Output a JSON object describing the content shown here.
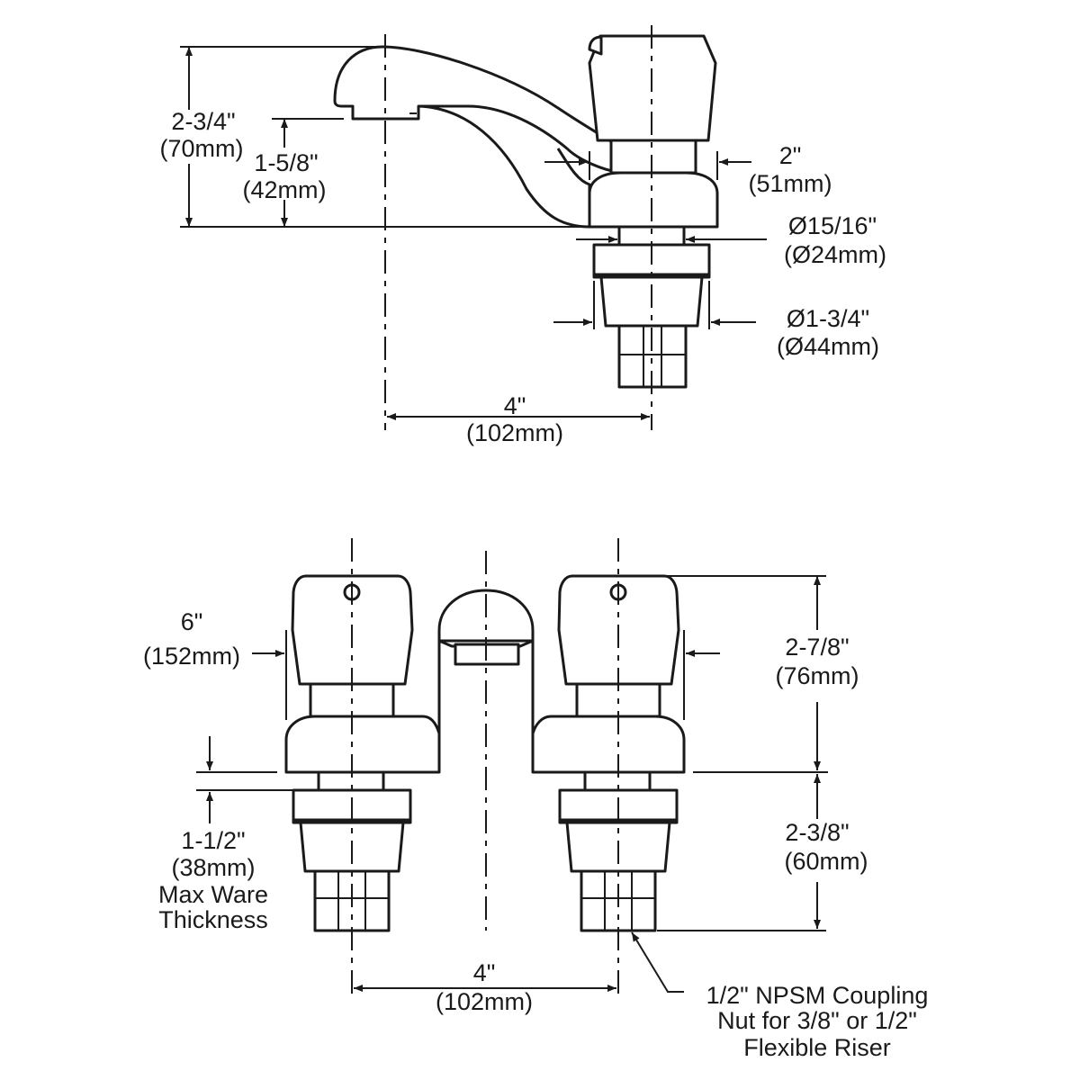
{
  "side_view": {
    "spout_height": {
      "imperial": "2-3/4\"",
      "metric": "(70mm)"
    },
    "outlet_height": {
      "imperial": "1-5/8\"",
      "metric": "(42mm)"
    },
    "handle_width": {
      "imperial": "2\"",
      "metric": "(51mm)"
    },
    "shank_diameter": {
      "imperial": "Ø15/16\"",
      "metric": "(Ø24mm)"
    },
    "nut_diameter": {
      "imperial": "Ø1-3/4\"",
      "metric": "(Ø44mm)"
    },
    "spout_reach": {
      "imperial": "4\"",
      "metric": "(102mm)"
    }
  },
  "front_view": {
    "overall_width": {
      "imperial": "6\"",
      "metric": "(152mm)"
    },
    "handle_height": {
      "imperial": "2-7/8\"",
      "metric": "(76mm)"
    },
    "shank_length": {
      "imperial": "2-3/8\"",
      "metric": "(60mm)"
    },
    "ware_thickness": {
      "imperial": "1-1/2\"",
      "metric": "(38mm)",
      "line1": "Max Ware",
      "line2": "Thickness"
    },
    "center_spacing": {
      "imperial": "4\"",
      "metric": "(102mm)"
    },
    "coupling_note": {
      "line1": "1/2\" NPSM Coupling",
      "line2": "Nut for 3/8\" or 1/2\"",
      "line3": "Flexible Riser"
    }
  }
}
